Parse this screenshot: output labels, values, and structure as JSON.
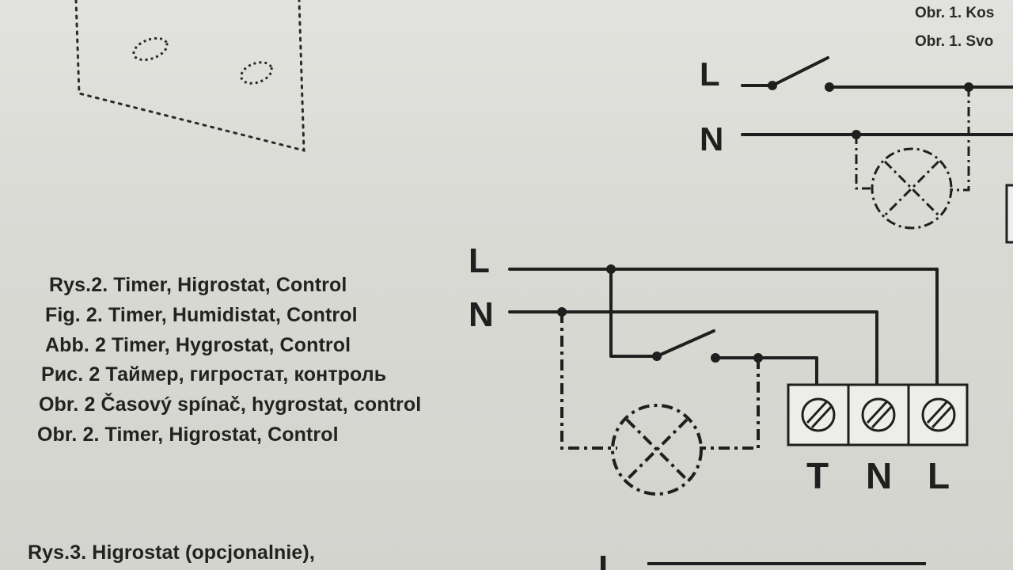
{
  "captions": {
    "top_right_1": "Obr. 1. Kos",
    "top_right_2": "Obr. 1. Svo",
    "fig2": [
      "Rys.2. Timer, Higrostat, Control",
      "Fig. 2. Timer, Humidistat, Control",
      "Abb. 2 Timer, Hygrostat, Control",
      "Рис. 2 Таймер, гигростат, контроль",
      "Obr. 2 Časový spínač, hygrostat, control",
      "Obr. 2. Timer, Higrostat, Control"
    ],
    "fig3": "Rys.3. Higrostat (opcjonalnie),"
  },
  "diagram1": {
    "line_labels": [
      "L",
      "N"
    ]
  },
  "diagram2": {
    "line_labels": [
      "L",
      "N"
    ],
    "terminal_labels": [
      "T",
      "N",
      "L"
    ]
  },
  "diagram3": {
    "line_label": "L"
  },
  "colors": {
    "ink": "#1f1f1f",
    "paper": "#dcdcd8"
  }
}
